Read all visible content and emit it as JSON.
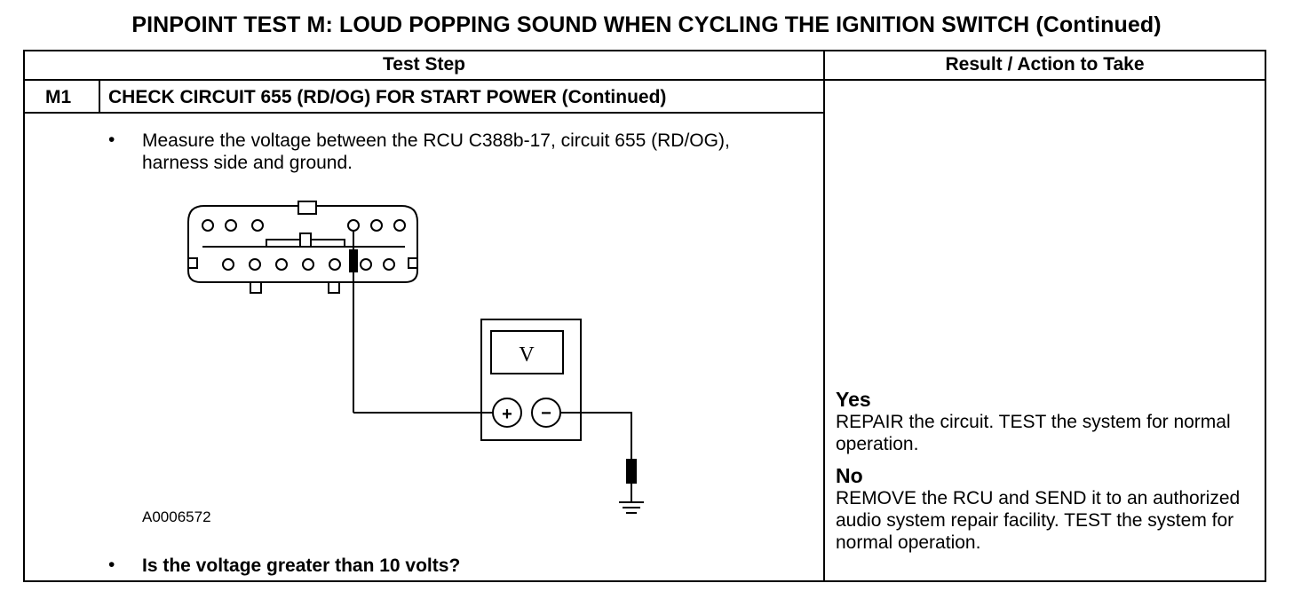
{
  "title": "PINPOINT TEST M: LOUD POPPING SOUND WHEN CYCLING THE IGNITION SWITCH (Continued)",
  "table": {
    "header_test_step": "Test Step",
    "header_result": "Result / Action to Take"
  },
  "step": {
    "id": "M1",
    "title": "CHECK CIRCUIT 655 (RD/OG) FOR START POWER (Continued)",
    "bullet_1": "Measure the voltage between the RCU C388b-17, circuit 655 (RD/OG), harness side and ground.",
    "figure_id": "A0006572",
    "bullet_2": "Is the voltage greater than 10 volts?",
    "bullet_glyph": "•"
  },
  "meter": {
    "display": "V",
    "plus": "+",
    "minus": "−"
  },
  "results": {
    "yes_label": "Yes",
    "yes_text": "REPAIR the circuit. TEST the system for normal operation.",
    "no_label": "No",
    "no_text": "REMOVE the RCU and SEND it to an authorized audio system repair facility. TEST the system for normal operation."
  },
  "icons": {
    "connector": "connector-c388b-icon",
    "meter": "voltmeter-icon",
    "ground": "ground-symbol-icon"
  }
}
